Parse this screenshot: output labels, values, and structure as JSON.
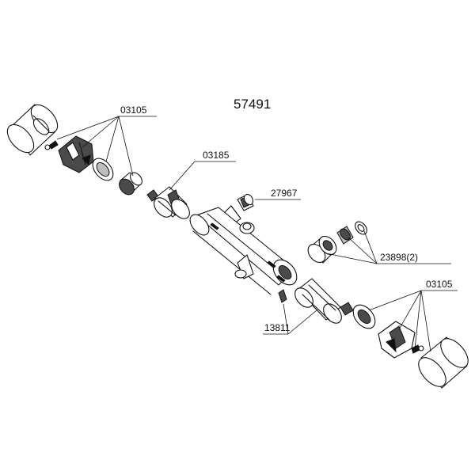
{
  "diagram": {
    "title": "57491",
    "labels": {
      "handle_set_top": "03105",
      "cartridge_top": "03185",
      "fitting_top": "27967",
      "union_set": "23898(2)",
      "handle_set_bottom": "03105",
      "cartridge_bottom": "13811"
    }
  }
}
